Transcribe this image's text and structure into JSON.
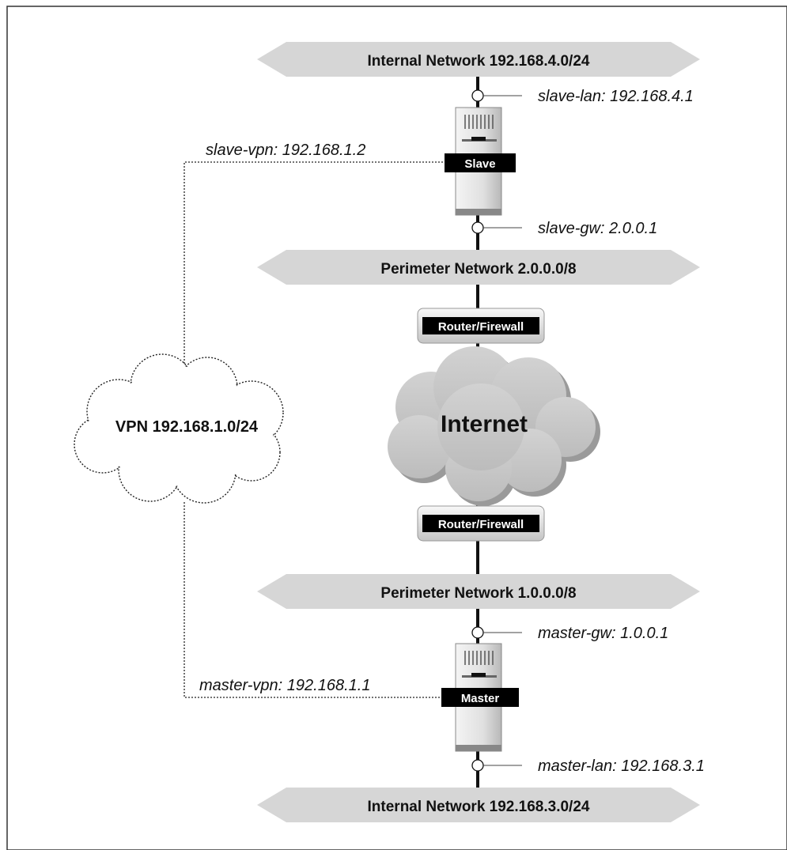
{
  "networks": {
    "internal_top": "Internal Network 192.168.4.0/24",
    "perimeter_top": "Perimeter Network 2.0.0.0/8",
    "perimeter_bottom": "Perimeter Network 1.0.0.0/8",
    "internal_bottom": "Internal Network 192.168.3.0/24"
  },
  "interfaces": {
    "slave_lan": "slave-lan: 192.168.4.1",
    "slave_vpn": "slave-vpn: 192.168.1.2",
    "slave_gw": "slave-gw: 2.0.0.1",
    "master_gw": "master-gw: 1.0.0.1",
    "master_vpn": "master-vpn: 192.168.1.1",
    "master_lan": "master-lan: 192.168.3.1"
  },
  "devices": {
    "slave": "Slave",
    "master": "Master",
    "router_top": "Router/Firewall",
    "router_bottom": "Router/Firewall"
  },
  "clouds": {
    "internet": "Internet",
    "vpn": "VPN 192.168.1.0/24"
  },
  "colors": {
    "band_gray": "#d6d6d6",
    "cloud_gray": "#c8c8c8",
    "plate_black": "#000000",
    "line": "#111111",
    "frame": "#333333"
  }
}
